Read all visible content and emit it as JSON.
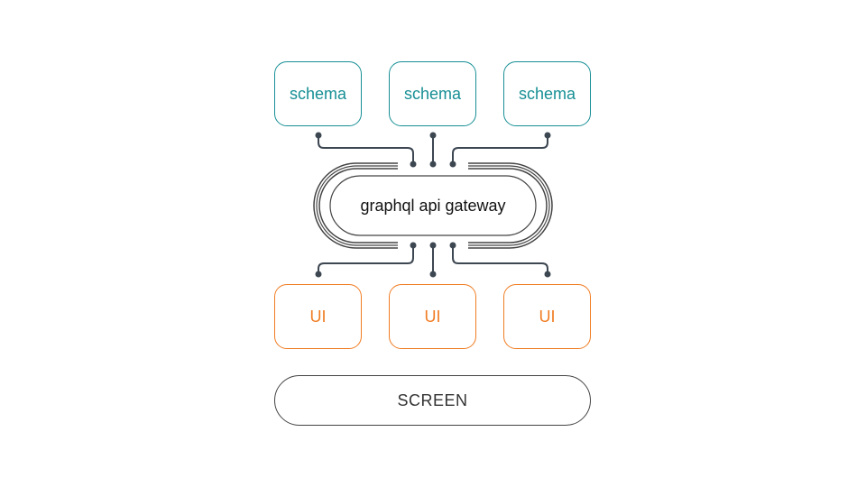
{
  "gateway": {
    "label": "graphql api gateway"
  },
  "schemas": [
    {
      "label": "schema"
    },
    {
      "label": "schema"
    },
    {
      "label": "schema"
    }
  ],
  "uis": [
    {
      "label": "UI"
    },
    {
      "label": "UI"
    },
    {
      "label": "UI"
    }
  ],
  "screen": {
    "label": "SCREEN"
  },
  "colors": {
    "schema": "#178f95",
    "ui": "#f07c22",
    "connector": "#3d4752",
    "gateway_ring": "#444444"
  }
}
